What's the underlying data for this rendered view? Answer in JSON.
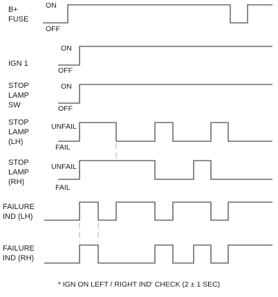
{
  "signals": [
    {
      "id": "b-fuse",
      "name": [
        "B+",
        "FUSE"
      ],
      "high": "ON",
      "low": "OFF"
    },
    {
      "id": "ign1",
      "name": [
        "IGN 1"
      ],
      "high": "ON",
      "low": "OFF"
    },
    {
      "id": "stop-lamp-sw",
      "name": [
        "STOP",
        "LAMP",
        "SW"
      ],
      "high": "ON",
      "low": "OFF"
    },
    {
      "id": "stop-lamp-lh",
      "name": [
        "STOP",
        "LAMP",
        "(LH)"
      ],
      "high": "UNFAIL",
      "low": "FAIL"
    },
    {
      "id": "stop-lamp-rh",
      "name": [
        "STOP",
        "LAMP",
        "(RH)"
      ],
      "high": "UNFAIL",
      "low": "FAIL"
    },
    {
      "id": "failure-ind-lh",
      "name": [
        "FAILURE",
        "IND (LH)"
      ],
      "high": "",
      "low": ""
    },
    {
      "id": "failure-ind-rh",
      "name": [
        "FAILURE",
        "IND (RH)"
      ],
      "high": "",
      "low": ""
    }
  ],
  "note": "* IGN ON LEFT / RIGHT IND' CHECK (2 ± 1 SEC)"
}
